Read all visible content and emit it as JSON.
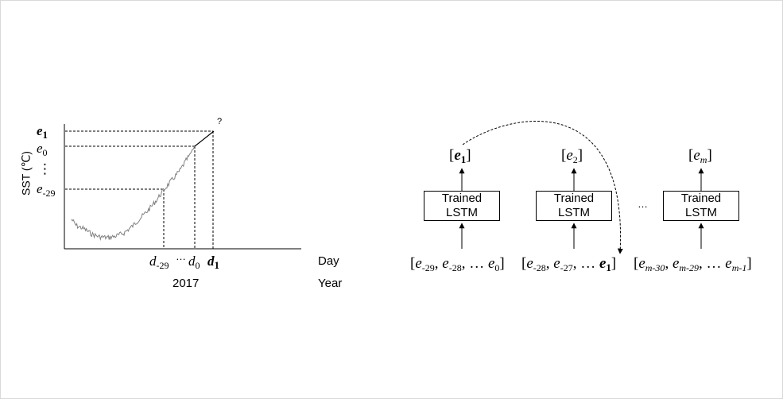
{
  "left_panel": {
    "y_axis_title": "SST (℃)",
    "y_labels": {
      "e1": {
        "base": "e",
        "sub": "1"
      },
      "e0": {
        "base": "e",
        "sub": "0"
      },
      "dots": "⋮",
      "em29": {
        "base": "e",
        "sub": "-29"
      }
    },
    "x_labels": {
      "dm29": {
        "base": "d",
        "sub": "-29"
      },
      "mid_dots": "…",
      "d0": {
        "base": "d",
        "sub": "0"
      },
      "d1": {
        "base": "d",
        "sub": "1"
      }
    },
    "question_mark": "?",
    "year_value": "2017",
    "day_label": "Day",
    "year_label": "Year"
  },
  "right_panel": {
    "lstm_boxes": [
      {
        "line1": "Trained",
        "line2": "LSTM"
      },
      {
        "line1": "Trained",
        "line2": "LSTM"
      },
      {
        "line1": "Trained",
        "line2": "LSTM"
      }
    ],
    "outputs": [
      {
        "base": "e",
        "sub": "1"
      },
      {
        "base": "e",
        "sub": "2"
      },
      {
        "base": "e",
        "sub": "m"
      }
    ],
    "between_dots": "…",
    "sequences": [
      {
        "open": "[",
        "t1": "e",
        "s1": "-29",
        "t2": "e",
        "s2": "-28",
        "dots": "…",
        "t3": "e",
        "s3": "0",
        "close": "]"
      },
      {
        "open": "[",
        "t1": "e",
        "s1": "-28",
        "t2": "e",
        "s2": "-27",
        "dots": "…",
        "t3": "e",
        "s3": "1",
        "close": "]"
      },
      {
        "open": "[",
        "t1": "e",
        "s1": "m-30",
        "t2": "e",
        "s2": "m-29",
        "dots": "…",
        "t3": "e",
        "s3": "m-1",
        "close": "]"
      }
    ]
  },
  "colors": {
    "line": "#000000",
    "series": "#808080",
    "frame": "#d9d9d9"
  }
}
